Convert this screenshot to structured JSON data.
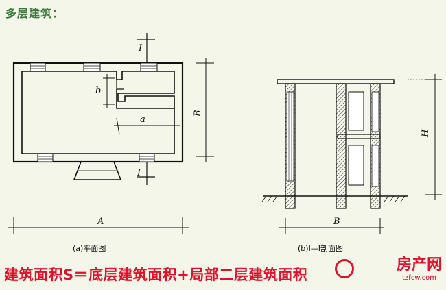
{
  "slide": {
    "title": "多层建筑：",
    "formula": "建筑面积S＝底层建筑面积+局部二层建筑面积"
  },
  "plan": {
    "caption": "(a)平面图",
    "section_mark_top": "I",
    "section_mark_bottom": "I",
    "dim_a": "a",
    "dim_b": "b",
    "dim_A": "A",
    "dim_B": "B"
  },
  "section": {
    "caption": "(b)I—I剖面图",
    "dim_B": "B",
    "dim_H": "H"
  },
  "logo": {
    "text": "房产网",
    "url": "tzfcw.com"
  }
}
